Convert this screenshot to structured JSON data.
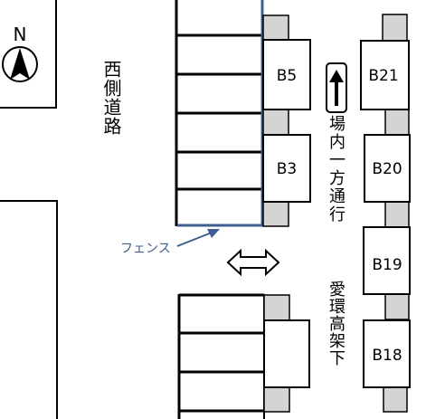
{
  "map": {
    "compass": {
      "letter": "N",
      "icon": "north-arrow-icon"
    },
    "road_west": {
      "label": "西側道路"
    },
    "road_central": {
      "label": "場内一方通行",
      "direction_icon": "up-arrow-icon"
    },
    "road_east": {
      "label": "愛環高架下"
    },
    "fence": {
      "label": "フェンス",
      "color": "#3d5f8f"
    },
    "passage": {
      "icon": "double-arrow-icon"
    },
    "stalls": [
      {
        "label": "B5"
      },
      {
        "label": "B3"
      },
      {
        "label": "B21"
      },
      {
        "label": "B20"
      },
      {
        "label": "B19"
      },
      {
        "label": "B18"
      }
    ],
    "colors": {
      "pillar": "#d4d4d4",
      "line": "#000000",
      "background": "#ffffff"
    }
  }
}
